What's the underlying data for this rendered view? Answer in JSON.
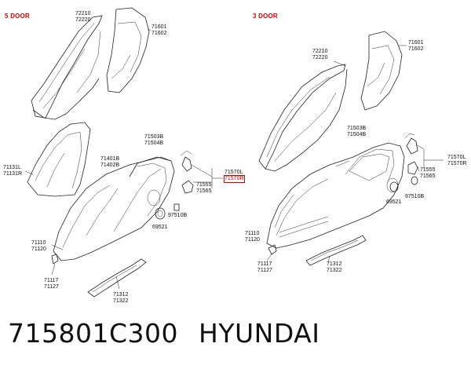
{
  "diagram": {
    "section_left_title": "5 DOOR",
    "section_right_title": "3 DOOR",
    "left_labels": {
      "l_72210": "72210",
      "l_72220": "72220",
      "l_71601": "71601",
      "l_71602": "71602",
      "l_71131L": "71131L",
      "l_71131R": "71131R",
      "l_71401B": "71401B",
      "l_71402B": "71402B",
      "l_71503B": "71503B",
      "l_71504B": "71504B",
      "l_71570L": "71570L",
      "l_71570R": "71570R",
      "l_71555": "71555",
      "l_71565": "71565",
      "l_97510B": "97510B",
      "l_69521": "69521",
      "l_71110": "71110",
      "l_71120": "71120",
      "l_71117": "71117",
      "l_71127": "71127",
      "l_71312": "71312",
      "l_71322": "71322"
    },
    "right_labels": {
      "r_72210": "72210",
      "r_72220": "72220",
      "r_71601": "71601",
      "r_71602": "71602",
      "r_71503B": "71503B",
      "r_71504B": "71504B",
      "r_71570L": "71570L",
      "r_71570R": "71570R",
      "r_71555": "71555",
      "r_71565": "71565",
      "r_69521": "69521",
      "r_97510B": "97510B",
      "r_71110": "71110",
      "r_71120": "71120",
      "r_71117": "71117",
      "r_71127": "71127",
      "r_71312": "71312",
      "r_71322": "71322"
    },
    "highlight_color": "#cc0000"
  },
  "caption": {
    "part_number": "715801C300",
    "brand": "HYUNDAI"
  }
}
